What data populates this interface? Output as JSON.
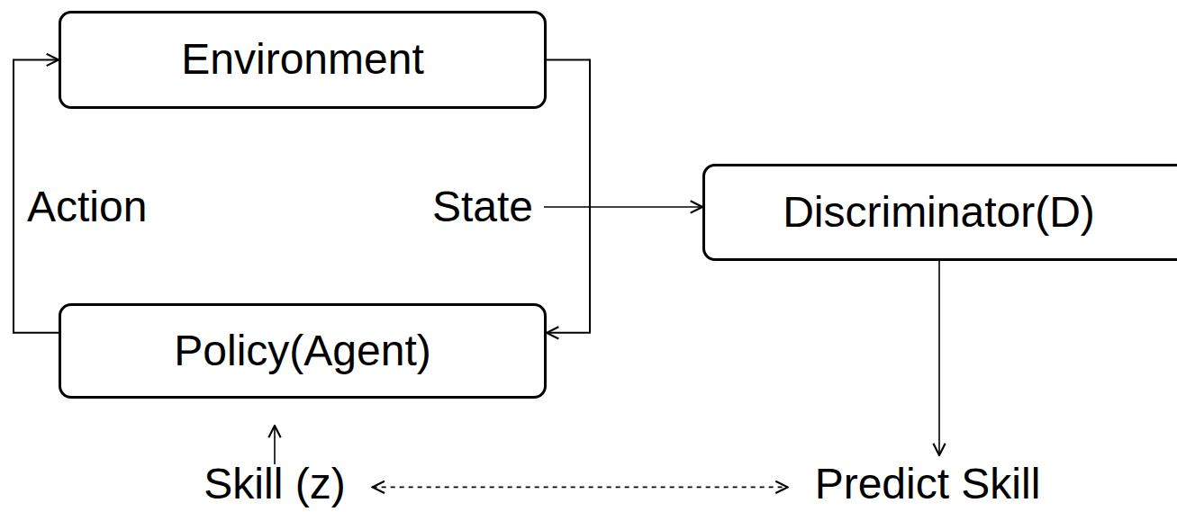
{
  "diagram": {
    "nodes": [
      {
        "text": [
          "Environment"
        ]
      },
      {
        "text": [
          "Discriminator(D)"
        ]
      },
      {
        "text": [
          "Policy(Agent)"
        ]
      }
    ],
    "edges": [
      {
        "from": 2,
        "to": 0,
        "arrow": "to",
        "label": "Action"
      },
      {
        "from": 0,
        "to": 2,
        "arrow": "to",
        "label": "State"
      }
    ],
    "labels": [
      "Skill (z)",
      "Predict Skill"
    ]
  }
}
